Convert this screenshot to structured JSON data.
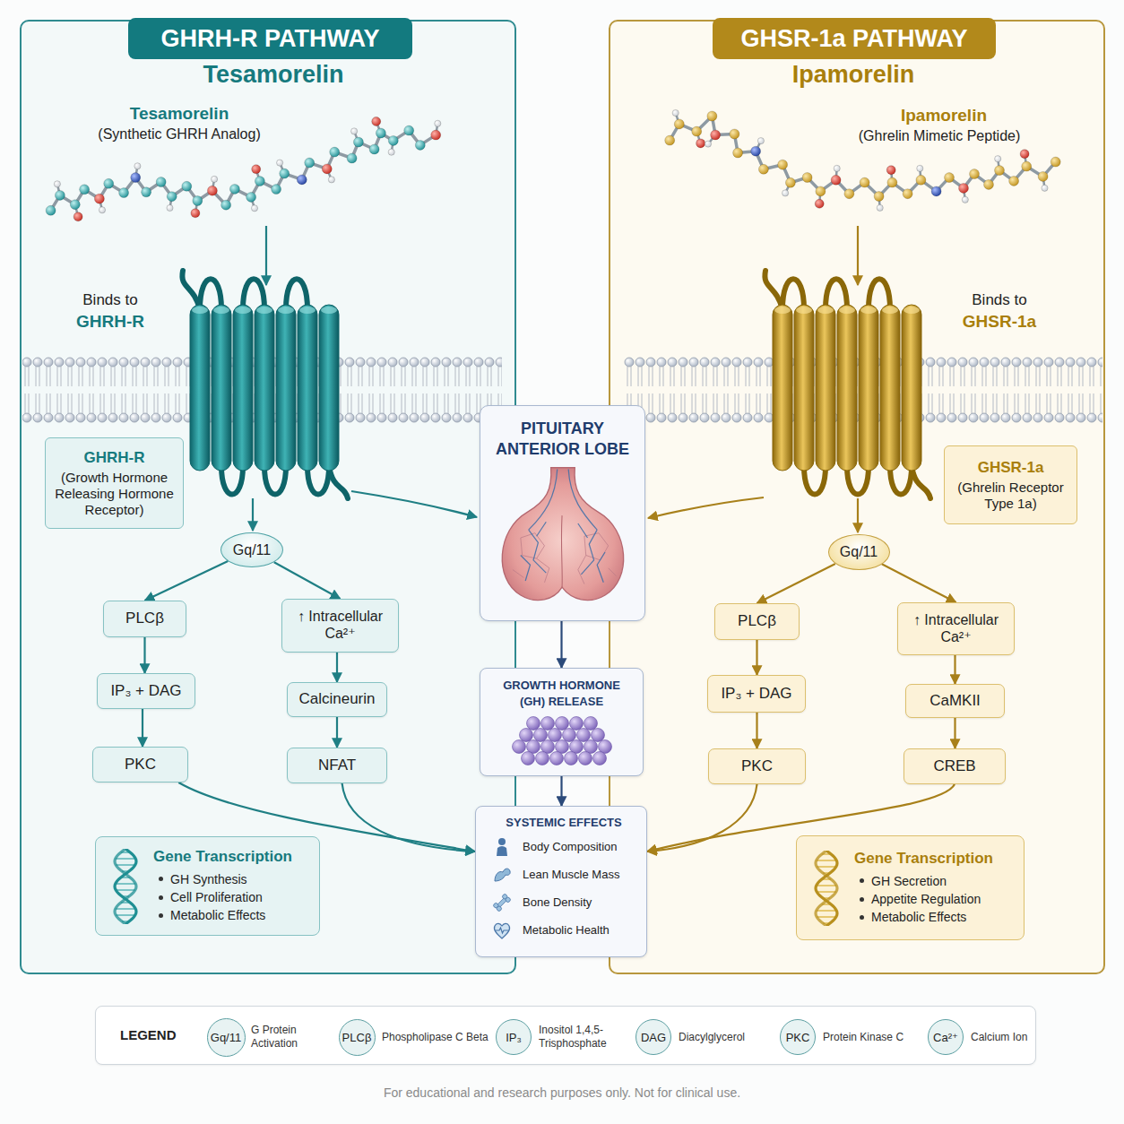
{
  "diagram": {
    "caption": "For educational and research purposes only. Not for clinical use.",
    "nodes": [
      {
        "text": [
          "GHRH-R PATHWAY",
          "Tesamorelin"
        ]
      },
      {
        "text": [
          "GHRH-R",
          "(Growth Hormone Releasing Hormone Receptor)"
        ],
        "in": 0
      },
      {
        "text": [
          "Gq/11"
        ],
        "in": 0
      },
      {
        "text": [
          "PLCβ"
        ],
        "in": 0
      },
      {
        "text": [
          "↑ Intracellular Ca²⁺"
        ],
        "in": 0
      },
      {
        "text": [
          "IP₃ + DAG"
        ],
        "in": 0
      },
      {
        "text": [
          "Calcineurin"
        ],
        "in": 0
      },
      {
        "text": [
          "PKC"
        ],
        "in": 0
      },
      {
        "text": [
          "NFAT"
        ],
        "in": 0
      },
      {
        "text": [
          "Gene Transcription",
          "GH Synthesis",
          "Cell Proliferation",
          "Metabolic Effects"
        ],
        "in": 0
      },
      {
        "text": [
          "PITUITARY ANTERIOR LOBE"
        ]
      },
      {
        "text": [
          "GROWTH HORMONE (GH) RELEASE"
        ]
      },
      {
        "text": [
          "SYSTEMIC EFFECTS",
          "Body Composition",
          "Lean Muscle Mass",
          "Bone Density",
          "Metabolic Health"
        ]
      },
      {
        "text": [
          "GHSR-1a PATHWAY",
          "Ipamorelin"
        ]
      },
      {
        "text": [
          "GHSR-1a",
          "(Ghrelin Receptor Type 1a)"
        ],
        "in": 13
      },
      {
        "text": [
          "Gq/11"
        ],
        "in": 13
      },
      {
        "text": [
          "PLCβ"
        ],
        "in": 13
      },
      {
        "text": [
          "↑ Intracellular Ca²⁺"
        ],
        "in": 13
      },
      {
        "text": [
          "IP₃ + DAG"
        ],
        "in": 13
      },
      {
        "text": [
          "CaMKII"
        ],
        "in": 13
      },
      {
        "text": [
          "PKC"
        ],
        "in": 13
      },
      {
        "text": [
          "CREB"
        ],
        "in": 13
      },
      {
        "text": [
          "Gene Transcription",
          "GH Secretion",
          "Appetite Regulation",
          "Metabolic Effects"
        ],
        "in": 13
      },
      {
        "text": [
          "LEGEND"
        ]
      },
      {
        "text": [
          "Gq/11"
        ],
        "in": 23
      },
      {
        "text": [
          "PLCβ"
        ],
        "in": 23
      },
      {
        "text": [
          "IP₃"
        ],
        "in": 23
      },
      {
        "text": [
          "DAG"
        ],
        "in": 23
      },
      {
        "text": [
          "PKC"
        ],
        "in": 23
      },
      {
        "text": [
          "Ca²⁺"
        ],
        "in": 23
      }
    ],
    "edges": [
      {
        "from": 2,
        "to": 3,
        "arrow": "to"
      },
      {
        "from": 2,
        "to": 4,
        "arrow": "to"
      },
      {
        "from": 3,
        "to": 5,
        "arrow": "to"
      },
      {
        "from": 5,
        "to": 7,
        "arrow": "to"
      },
      {
        "from": 4,
        "to": 6,
        "arrow": "to"
      },
      {
        "from": 6,
        "to": 8,
        "arrow": "to"
      },
      {
        "from": 7,
        "to": 12,
        "arrow": "to"
      },
      {
        "from": 8,
        "to": 12,
        "arrow": "to"
      },
      {
        "from": 10,
        "to": 11,
        "arrow": "to"
      },
      {
        "from": 11,
        "to": 12,
        "arrow": "to"
      },
      {
        "from": 15,
        "to": 16,
        "arrow": "to"
      },
      {
        "from": 15,
        "to": 17,
        "arrow": "to"
      },
      {
        "from": 16,
        "to": 18,
        "arrow": "to"
      },
      {
        "from": 18,
        "to": 20,
        "arrow": "to"
      },
      {
        "from": 17,
        "to": 19,
        "arrow": "to"
      },
      {
        "from": 19,
        "to": 21,
        "arrow": "to"
      },
      {
        "from": 20,
        "to": 12,
        "arrow": "to"
      },
      {
        "from": 21,
        "to": 12,
        "arrow": "to"
      }
    ],
    "labels": [
      "Tesamorelin",
      "(Synthetic GHRH Analog)",
      "Binds to",
      "GHRH-R",
      "Ipamorelin",
      "(Ghrelin Mimetic Peptide)",
      "Binds to",
      "GHSR-1a"
    ],
    "legend": [
      {
        "text": "G Protein Activation"
      },
      {
        "text": "Phospholipase C Beta"
      },
      {
        "text": "Inositol 1,4,5-Trisphosphate"
      },
      {
        "text": "Diacylglycerol"
      },
      {
        "text": "Protein Kinase C"
      },
      {
        "text": "Calcium Ion"
      }
    ]
  }
}
